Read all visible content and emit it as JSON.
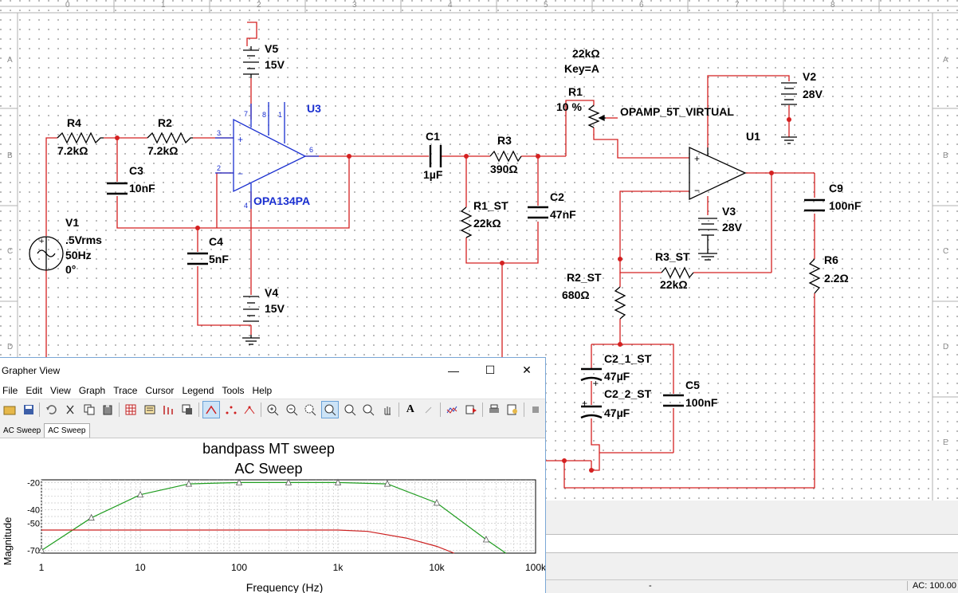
{
  "schematic": {
    "ruler_cols": [
      "0",
      "1",
      "2",
      "3",
      "4",
      "5",
      "6",
      "7",
      "8"
    ],
    "ruler_rows": [
      "A",
      "B",
      "C",
      "D",
      "E"
    ],
    "components": {
      "v5": {
        "name": "V5",
        "value": "15V"
      },
      "v4": {
        "name": "V4",
        "value": "15V"
      },
      "v1": {
        "name": "V1",
        "amp": ".5Vrms",
        "freq": "50Hz",
        "phase": "0°"
      },
      "v2": {
        "name": "V2",
        "value": "28V"
      },
      "v3": {
        "name": "V3",
        "value": "28V"
      },
      "r4": {
        "name": "R4",
        "value": "7.2kΩ"
      },
      "r2": {
        "name": "R2",
        "value": "7.2kΩ"
      },
      "c3": {
        "name": "C3",
        "value": "10nF"
      },
      "c4": {
        "name": "C4",
        "value": "5nF"
      },
      "u3": {
        "name": "U3",
        "part": "OPA134PA"
      },
      "c1": {
        "name": "C1",
        "value": "1µF"
      },
      "r3": {
        "name": "R3",
        "value": "390Ω"
      },
      "r1st": {
        "name": "R1_ST",
        "value": "22kΩ"
      },
      "c2": {
        "name": "C2",
        "value": "47nF"
      },
      "r1": {
        "name": "R1",
        "value": "22kΩ",
        "key": "Key=A",
        "pct": "10 %"
      },
      "u1": {
        "name": "U1",
        "part": "OPAMP_5T_VIRTUAL"
      },
      "r3st": {
        "name": "R3_ST",
        "value": "22kΩ"
      },
      "r2st": {
        "name": "R2_ST",
        "value": "680Ω"
      },
      "c21": {
        "name": "C2_1_ST",
        "value": "47µF"
      },
      "c22": {
        "name": "C2_2_ST",
        "value": "47µF"
      },
      "c5": {
        "name": "C5",
        "value": "100nF"
      },
      "c9": {
        "name": "C9",
        "value": "100nF"
      },
      "r6": {
        "name": "R6",
        "value": "2.2Ω"
      }
    },
    "pins": {
      "p7": "7",
      "p8": "8",
      "p1": "1",
      "p3": "3",
      "p2": "2",
      "p6": "6",
      "p4": "4"
    }
  },
  "grapher": {
    "window_title": "Grapher View",
    "window_buttons": {
      "minimize": "—",
      "maximize": "☐",
      "close": "✕"
    },
    "menu": [
      "File",
      "Edit",
      "View",
      "Graph",
      "Trace",
      "Cursor",
      "Legend",
      "Tools",
      "Help"
    ],
    "tabs": [
      "AC Sweep",
      "AC Sweep"
    ],
    "active_tab": 1
  },
  "chart_data": {
    "type": "line",
    "title": "bandpass MT sweep",
    "subtitle": "AC Sweep",
    "xlabel": "Frequency (Hz)",
    "ylabel": "Magnitude",
    "x_scale": "log",
    "xlim": [
      1,
      100000
    ],
    "ylim": [
      -72,
      -18
    ],
    "x_ticks": [
      1,
      10,
      100,
      1000,
      10000,
      100000
    ],
    "x_tick_labels": [
      "1",
      "10",
      "100",
      "1k",
      "10k",
      "100k"
    ],
    "y_ticks": [
      -20,
      -40,
      -50,
      -70
    ],
    "y_tick_labels": [
      "-20",
      "-40",
      "-50",
      "-70"
    ],
    "grid": true,
    "series": [
      {
        "color": "#1f9c1f",
        "marker": "triangle",
        "x": [
          1,
          3.2,
          10,
          31,
          100,
          316,
          1000,
          3162,
          10000,
          31623,
          50000
        ],
        "y": [
          -70,
          -46,
          -29,
          -21,
          -20,
          -20,
          -20,
          -21,
          -35,
          -62,
          -72
        ]
      },
      {
        "color": "#cc2020",
        "marker": "none",
        "x": [
          1,
          10,
          100,
          1000,
          2000,
          5000,
          10000,
          15000
        ],
        "y": [
          -55,
          -55,
          -55,
          -55,
          -56,
          -61,
          -67,
          -72
        ]
      }
    ]
  },
  "status": {
    "text": "AC: 100.00",
    "dash": "-"
  }
}
